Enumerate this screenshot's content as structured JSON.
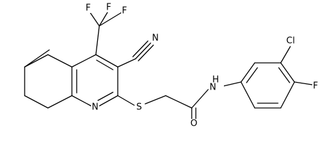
{
  "molecule": {
    "atoms": {
      "F1": "F",
      "F2": "F",
      "F3": "F",
      "N_nitrile": "N",
      "N_ring": "N",
      "S": "S",
      "O": "O",
      "NH": "H",
      "NH_N": "N",
      "Cl": "Cl",
      "F_aryl": "F"
    }
  }
}
